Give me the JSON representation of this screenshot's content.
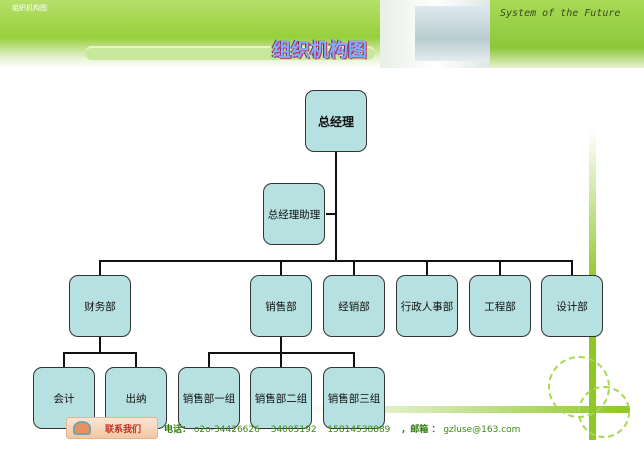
{
  "header": {
    "small_title": "组织机构图",
    "motto": "System of the Future",
    "title": "组织机构图"
  },
  "org": {
    "ceo": "总经理",
    "assistant": "总经理助理",
    "departments": [
      "财务部",
      "销售部",
      "经销部",
      "行政人事部",
      "工程部",
      "设计部"
    ],
    "finance_children": [
      "会计",
      "出纳"
    ],
    "sales_children": [
      "销售部一组",
      "销售部二组",
      "销售部三组"
    ]
  },
  "footer": {
    "contact_button": "联系我们",
    "phone_label": "电话：",
    "phones": [
      "o2o-34426626",
      "34005192",
      "15814538889"
    ],
    "email_label": "，邮箱 ：",
    "email": "gzluse@163.com"
  },
  "colors": {
    "box_fill": "#b7e0e0",
    "accent_green": "#8dc728"
  }
}
